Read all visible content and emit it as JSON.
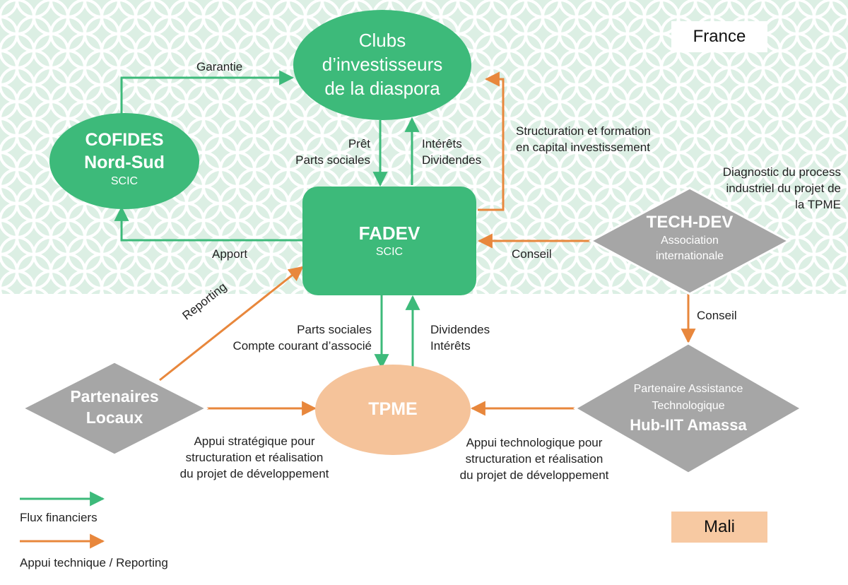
{
  "regions": {
    "top": "France",
    "bottom": "Mali"
  },
  "colors": {
    "green": "#3dba7a",
    "orange": "#e8873c",
    "gray": "#a6a6a6",
    "tpme_fill": "#f5c39a",
    "mali_box": "#f7c9a2",
    "pattern_bg": "#ddf0e6"
  },
  "nodes": {
    "clubs": {
      "line1": "Clubs",
      "line2": "d’investisseurs",
      "line3": "de la diaspora"
    },
    "cofides": {
      "line1": "COFIDES",
      "line2": "Nord-Sud",
      "sub": "SCIC"
    },
    "fadev": {
      "name": "FADEV",
      "sub": "SCIC"
    },
    "techdev": {
      "name": "TECH-DEV",
      "sub1": "Association",
      "sub2": "internationale"
    },
    "partenaires": {
      "line1": "Partenaires",
      "line2": "Locaux"
    },
    "tpme": {
      "name": "TPME"
    },
    "hub": {
      "pre1": "Partenaire Assistance",
      "pre2": "Technologique",
      "name": "Hub-IIT Amassa"
    }
  },
  "edges": {
    "garantie": "Garantie",
    "pret": "Prêt",
    "parts_sociales_top": "Parts sociales",
    "interets_top": "Intérêts",
    "dividendes_top": "Dividendes",
    "structuration_l1": "Structuration et formation",
    "structuration_l2": "en capital investissement",
    "apport": "Apport",
    "conseil_fadev": "Conseil",
    "diagnostic_l1": "Diagnostic du process",
    "diagnostic_l2": "industriel du projet de",
    "diagnostic_l3": "la TPME",
    "conseil_hub": "Conseil",
    "reporting": "Reporting",
    "parts_sociales_bottom": "Parts sociales",
    "compte_courant": "Compte courant d’associé",
    "dividendes_bottom": "Dividendes",
    "interets_bottom": "Intérêts",
    "appui_strat_l1": "Appui stratégique pour",
    "appui_strat_l2": "structuration et réalisation",
    "appui_strat_l3": "du projet de développement",
    "appui_tech_l1": "Appui technologique pour",
    "appui_tech_l2": "structuration et réalisation",
    "appui_tech_l3": "du projet de développement"
  },
  "legend": {
    "financial": "Flux financiers",
    "technical": "Appui technique / Reporting"
  }
}
